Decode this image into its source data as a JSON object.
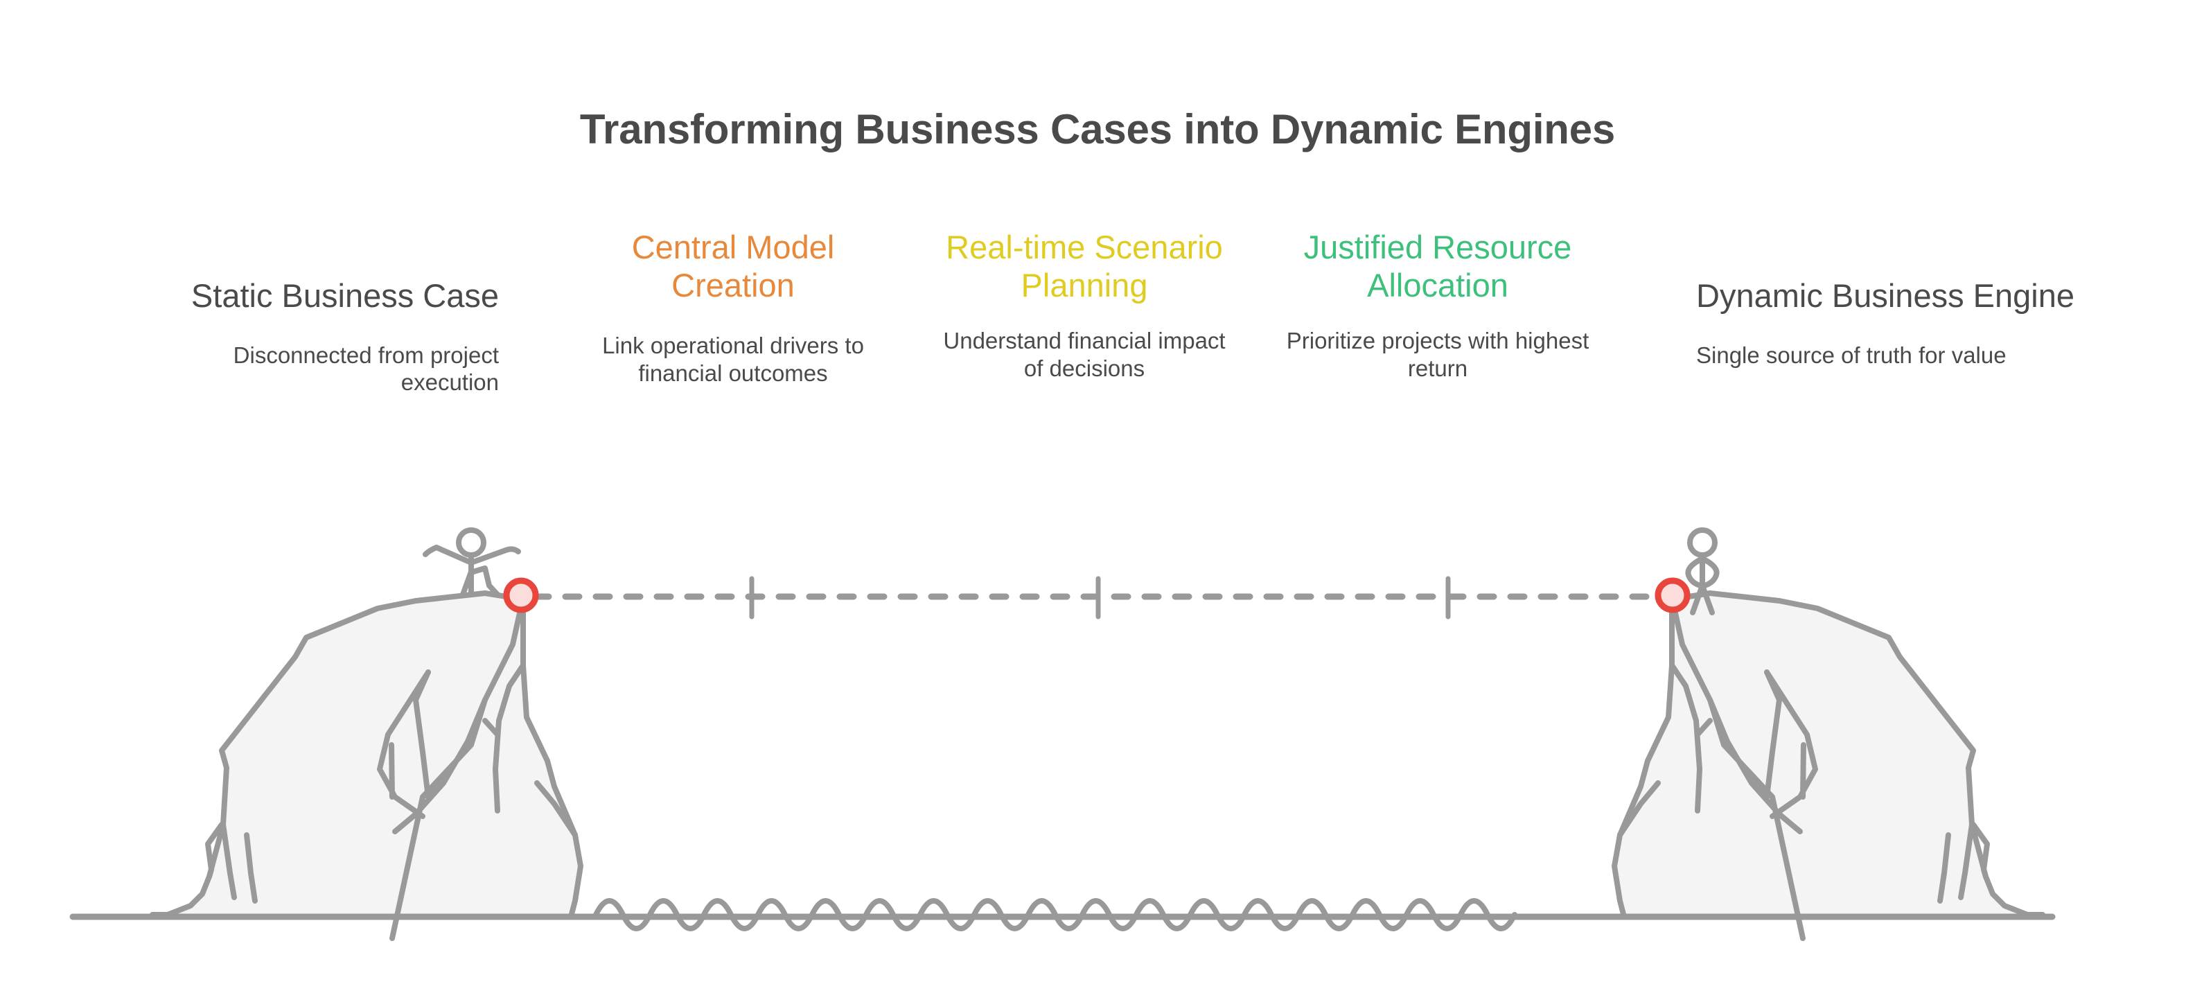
{
  "title": "Transforming Business Cases into Dynamic Engines",
  "colors": {
    "title": "#4a4a4a",
    "body_text": "#4a4a4a",
    "orange": "#e8883a",
    "yellow": "#e0cc20",
    "green": "#3dc07c",
    "line_gray": "#999999",
    "mountain_fill": "#f4f4f4",
    "marker_ring": "#e8453c",
    "marker_fill": "#fbdedc",
    "background": "#ffffff"
  },
  "columns": [
    {
      "id": "static-business-case",
      "heading": "Static Business Case",
      "subtitle": "Disconnected from project execution",
      "color": "#4a4a4a",
      "align": "right"
    },
    {
      "id": "central-model-creation",
      "heading": "Central Model Creation",
      "subtitle": "Link operational drivers to financial outcomes",
      "color": "#e8883a",
      "align": "center"
    },
    {
      "id": "real-time-scenario-planning",
      "heading": "Real-time Scenario Planning",
      "subtitle": "Understand financial impact of decisions",
      "color": "#e0cc20",
      "align": "center"
    },
    {
      "id": "justified-resource-allocation",
      "heading": "Justified Resource Allocation",
      "subtitle": "Prioritize projects with highest return",
      "color": "#3dc07c",
      "align": "center"
    },
    {
      "id": "dynamic-business-engine",
      "heading": "Dynamic Business Engine",
      "subtitle": "Single source of truth for value",
      "color": "#4a4a4a",
      "align": "left"
    }
  ],
  "illustration": {
    "left_peak_marker": "red-circle-marker",
    "right_peak_marker": "red-circle-marker",
    "left_figure": "climber-arms-out-icon",
    "right_figure": "climber-hands-on-hips-icon",
    "connector": "dashed-bridge-line",
    "tick_count": 3,
    "water": "wavy-water-line",
    "ground": "ground-baseline"
  }
}
